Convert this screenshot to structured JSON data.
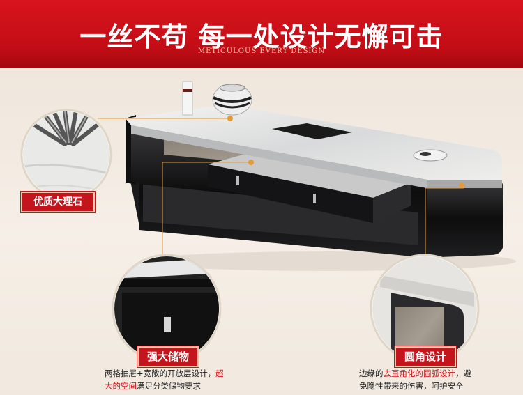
{
  "banner": {
    "title": "一丝不苟 每一处设计无懈可击",
    "subtitle": "METICULOUS EVERY DESIGN"
  },
  "callouts": {
    "marble": {
      "label": "优质大理石"
    },
    "storage": {
      "label": "强大储物",
      "desc_a": "两格抽屉+宽敞的开放层设计，",
      "desc_b": "超",
      "desc_c": "大的空间",
      "desc_d": "满足分类储物要求"
    },
    "corner": {
      "label": "圆角设计",
      "desc_a": "边缘的",
      "desc_b": "去直角化的圆弧设计",
      "desc_c": "，避",
      "desc_d": "免隐性带来的伤害，呵护安全"
    }
  },
  "colors": {
    "brand_red": "#c4151c",
    "callout_line": "#e49a3a"
  }
}
